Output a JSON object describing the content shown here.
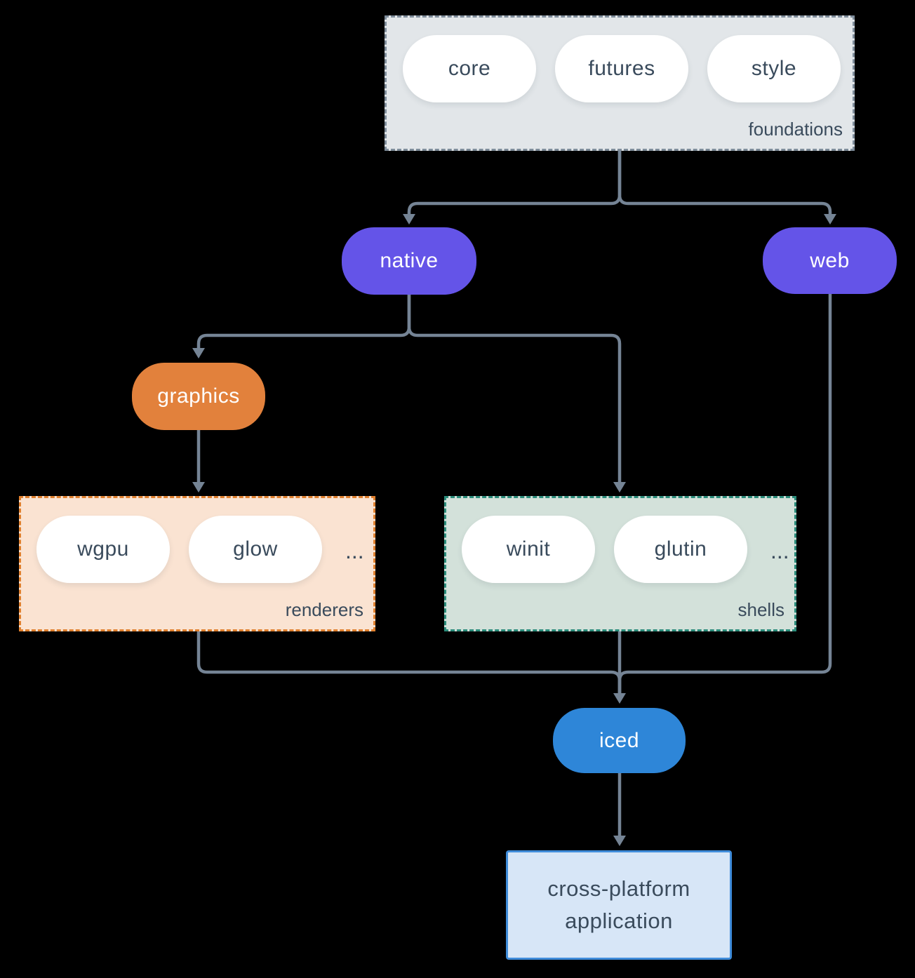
{
  "diagram": {
    "foundations": {
      "label": "foundations",
      "items": [
        "core",
        "futures",
        "style"
      ]
    },
    "nodes": {
      "native": "native",
      "web": "web",
      "graphics": "graphics",
      "iced": "iced",
      "app": "cross-platform application"
    },
    "renderers": {
      "label": "renderers",
      "items": [
        "wgpu",
        "glow"
      ],
      "more": "..."
    },
    "shells": {
      "label": "shells",
      "items": [
        "winit",
        "glutin"
      ],
      "more": "..."
    }
  },
  "colors": {
    "bg": "#000000",
    "ink": "#3a4b5c",
    "edge": "#758495",
    "foundations-fill": "#e2e6e9",
    "foundations-border": "#7e8c9a",
    "purple": "#6454e8",
    "orange": "#e2813c",
    "renderers-fill": "#fae3d2",
    "renderers-border": "#e0802e",
    "shells-fill": "#d3e1da",
    "shells-border": "#2b8c7b",
    "blue": "#2e86d8",
    "app-fill": "#d7e6f7",
    "app-border": "#3f8cda",
    "pill-fill": "#ffffff"
  }
}
